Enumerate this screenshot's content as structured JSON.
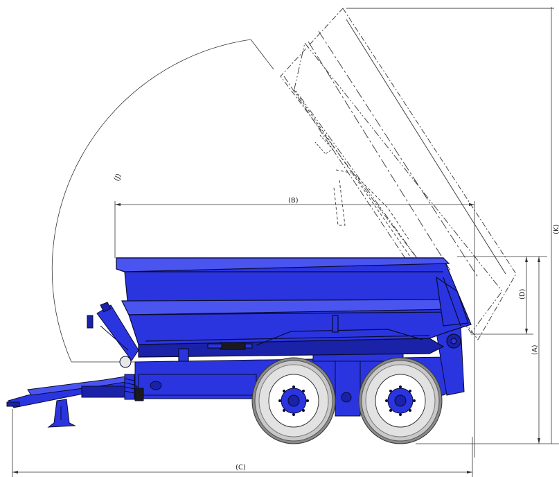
{
  "labels": {
    "A": "(A)",
    "B": "(B)",
    "C": "(C)",
    "D": "(D)",
    "J": "(J)",
    "K": "(K)"
  },
  "colors": {
    "body": "#2a35e0",
    "body_dark": "#1a22a8",
    "body_light": "#4a55f0",
    "outline": "#0a0a30",
    "tire": "#c8c8c8",
    "tire_dark": "#8a8a8a",
    "line": "#333333"
  }
}
